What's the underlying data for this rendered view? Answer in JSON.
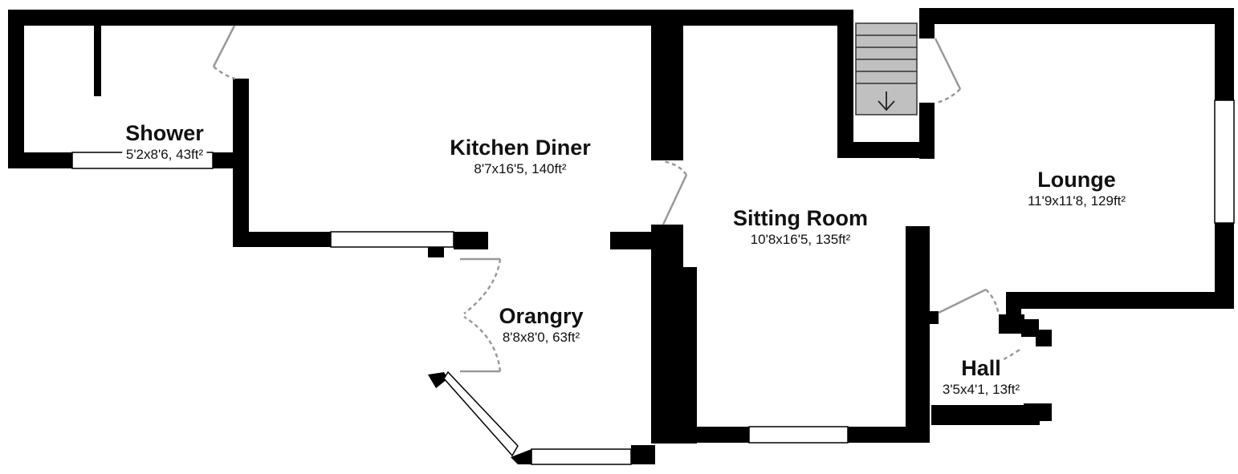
{
  "colors": {
    "wall": "#000000",
    "window_fill": "#ffffff",
    "door": "#999999",
    "stair_fill": "#c0c0c0",
    "background": "#ffffff"
  },
  "rooms": [
    {
      "id": "shower",
      "name": "Shower",
      "dims": "5'2x8'6, 43ft²"
    },
    {
      "id": "kitchen-diner",
      "name": "Kitchen Diner",
      "dims": "8'7x16'5, 140ft²"
    },
    {
      "id": "sitting-room",
      "name": "Sitting Room",
      "dims": "10'8x16'5, 135ft²"
    },
    {
      "id": "lounge",
      "name": "Lounge",
      "dims": "11'9x11'8, 129ft²"
    },
    {
      "id": "orangry",
      "name": "Orangry",
      "dims": "8'8x8'0, 63ft²"
    },
    {
      "id": "hall",
      "name": "Hall",
      "dims": "3'5x4'1, 13ft²"
    }
  ],
  "stairs": {
    "direction": "down",
    "icon": "arrow-down-icon",
    "steps": 6
  }
}
